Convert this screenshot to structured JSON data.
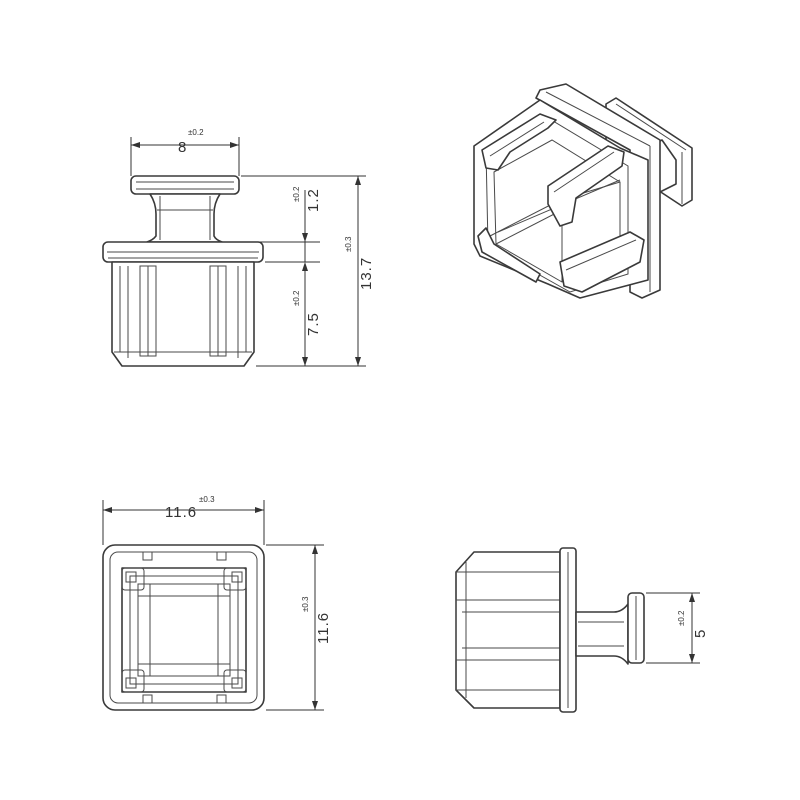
{
  "dimensions": {
    "top_width": {
      "value": "8",
      "tolerance": "±0.2"
    },
    "cap_height": {
      "value": "1.2",
      "tolerance": "±0.2"
    },
    "body_height": {
      "value": "7.5",
      "tolerance": "±0.2"
    },
    "total_height": {
      "value": "13.7",
      "tolerance": "±0.3"
    },
    "front_width": {
      "value": "11.6",
      "tolerance": "±0.3"
    },
    "front_height": {
      "value": "11.6",
      "tolerance": "±0.3"
    },
    "side_height": {
      "value": "5",
      "tolerance": "±0.2"
    }
  }
}
